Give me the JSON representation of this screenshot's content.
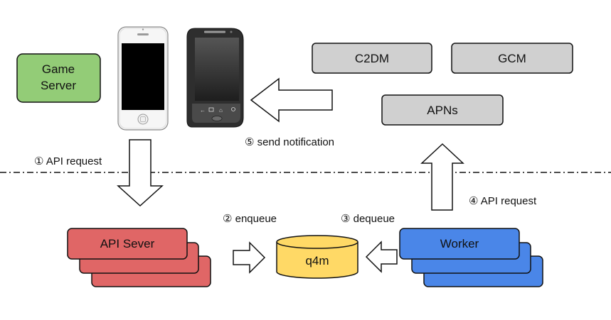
{
  "nodes": {
    "game_server": {
      "line1": "Game",
      "line2": "Server",
      "color": "#93cc77"
    },
    "c2dm": {
      "label": "C2DM",
      "color": "#d0d0d0"
    },
    "gcm": {
      "label": "GCM",
      "color": "#d0d0d0"
    },
    "apns": {
      "label": "APNs",
      "color": "#d0d0d0"
    },
    "api_server": {
      "label": "API Sever",
      "color": "#e06666"
    },
    "queue": {
      "label": "q4m",
      "color": "#ffd966"
    },
    "worker": {
      "label": "Worker",
      "color": "#4a86e8"
    }
  },
  "devices": [
    {
      "icon": "iphone-icon"
    },
    {
      "icon": "android-phone-icon"
    }
  ],
  "edges": {
    "api_request_1": "① API request",
    "enqueue": "② enqueue",
    "dequeue": "③ dequeue",
    "api_request_2": "④ API request",
    "send_notification": "⑤ send notification"
  }
}
